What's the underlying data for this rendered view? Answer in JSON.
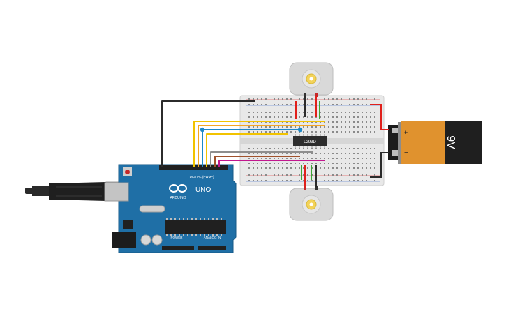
{
  "circuit": {
    "arduino": {
      "brand": "ARDUINO",
      "model": "UNO",
      "digital_header": "DIGITAL (PWM~)",
      "power_header": "POWER",
      "analog_header": "ANALOG IN"
    },
    "driver_chip": {
      "label": "L293D"
    },
    "battery": {
      "voltage": "9V",
      "plus": "+",
      "minus": "−"
    },
    "wire_colors": {
      "black": "#2b2b2b",
      "yellow": "#f2c300",
      "orange": "#f5a623",
      "blue": "#1e88c7",
      "gray": "#8e8e8e",
      "brown": "#a0522d",
      "magenta": "#c2188f",
      "red": "#e0201b",
      "green": "#3fa535"
    },
    "board_color": "#1f6fa6",
    "battery_color": "#e0922e"
  }
}
